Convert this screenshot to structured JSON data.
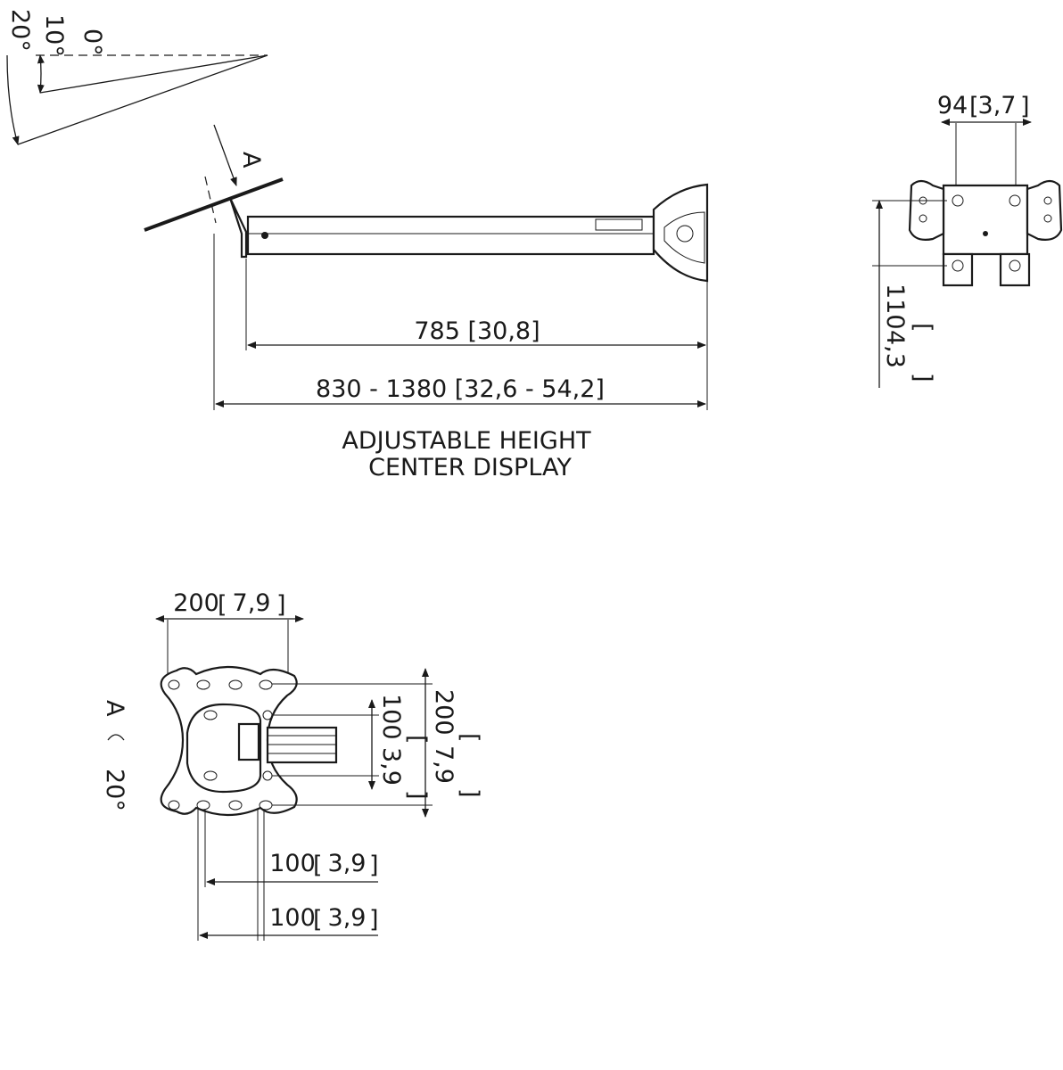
{
  "angle_labels": {
    "a0": "0°",
    "a10": "10°",
    "a20": "20°"
  },
  "arrow_label": "A",
  "dims": {
    "length": "785 [30,8]",
    "total": "830 - 1380 [32,6 - 54,2]",
    "width94": "94",
    "width94_in": "3,7",
    "height110": "110",
    "height110_in": "4,3",
    "vesa_w": "200",
    "vesa_w_in": "7,9",
    "vesa_h200": "200",
    "vesa_h200_in": "7,9",
    "vesa_h100": "100",
    "vesa_h100_in": "3,9",
    "vesa_100a": "100",
    "vesa_100a_in": "3,9",
    "vesa_100b": "100",
    "vesa_100b_in": "3,9"
  },
  "caption": {
    "line1": "ADJUSTABLE HEIGHT",
    "line2": "CENTER DISPLAY"
  },
  "view_a": {
    "label": "A",
    "tilt": "20°"
  }
}
